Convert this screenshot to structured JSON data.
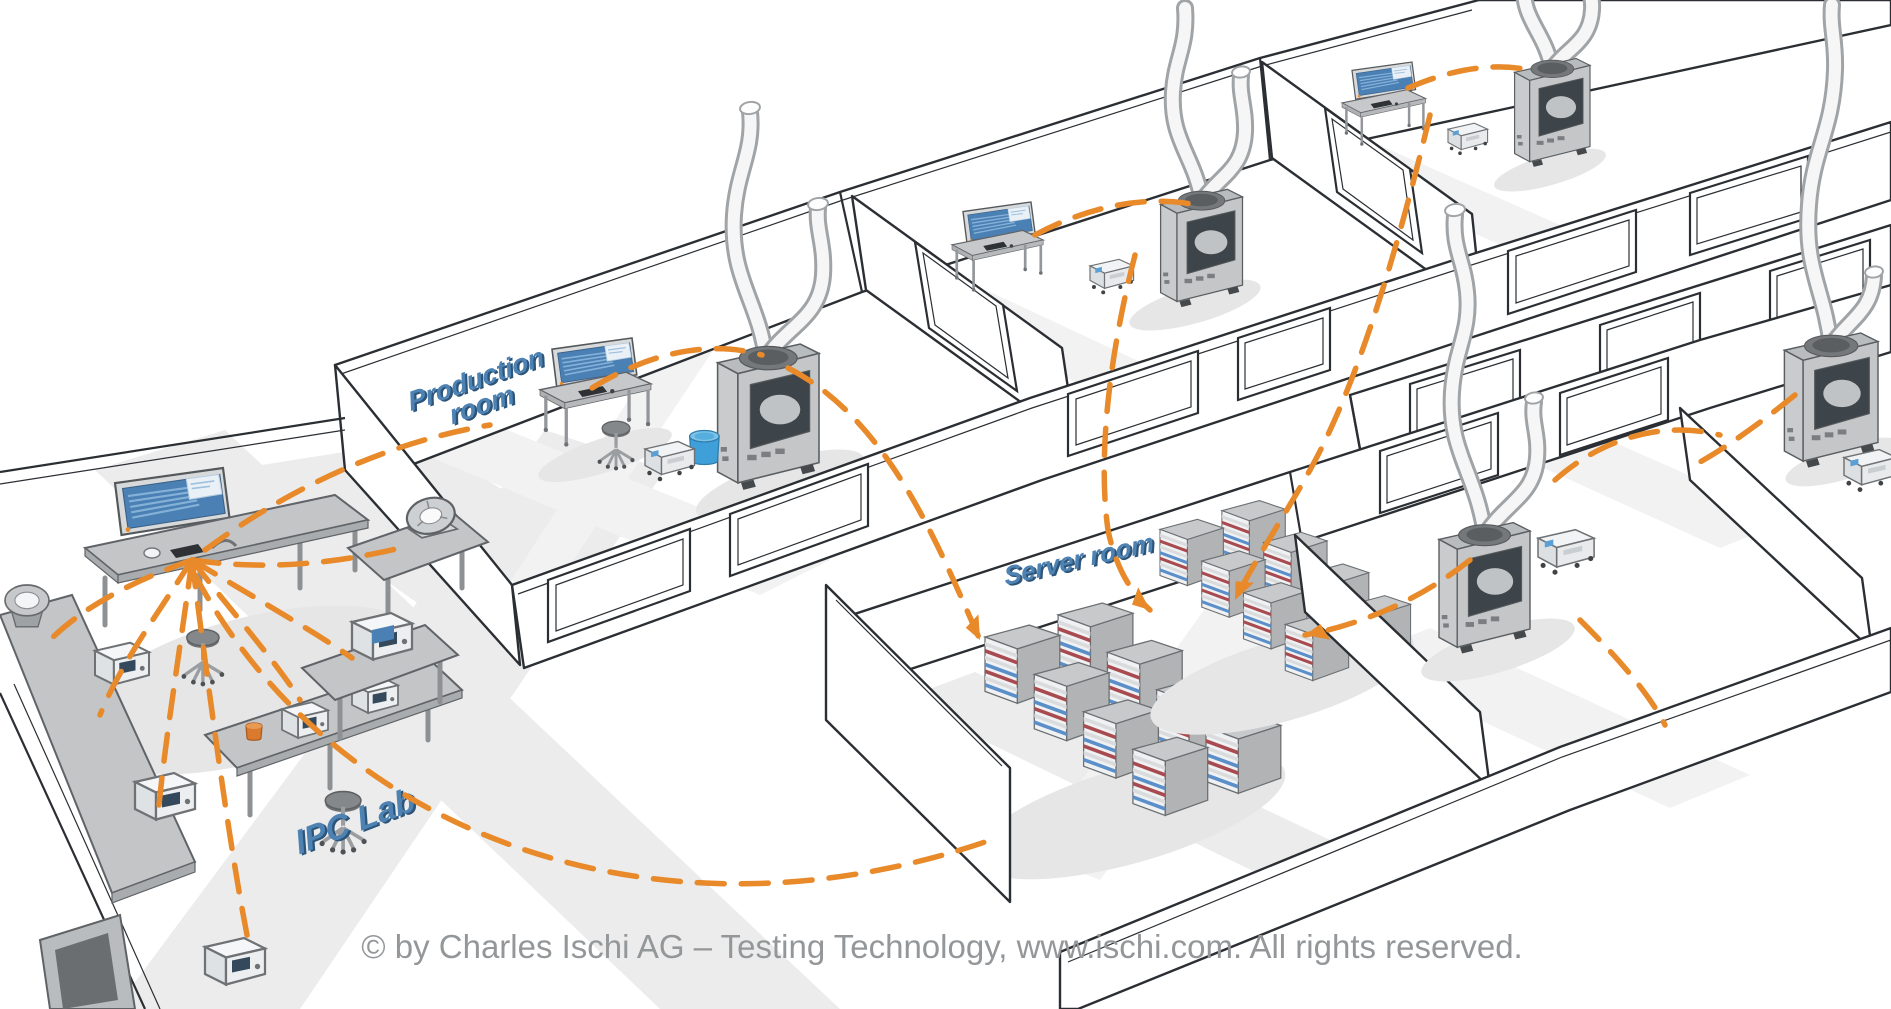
{
  "labels": {
    "production_room": {
      "line1": "Production",
      "line2": "room"
    },
    "server_room": "Server room",
    "ipc_lab": "IPC Lab"
  },
  "copyright": "© by Charles Ischi AG – Testing Technology, www.ischi.com. All rights reserved.",
  "colors": {
    "accent_orange": "#E8892A",
    "label_blue": "#4E82B2",
    "label_blue_dark": "#2C5579",
    "screen_blue": "#4A80B4",
    "machine_grey": "#C9CBCD",
    "wall_outline": "#2B2F33",
    "floor_shadow": "#ECECEC",
    "barrel_blue": "#3F9FD8",
    "rack_red": "#A84B50",
    "rack_blue": "#5B8FC9",
    "copyright_grey": "#949799"
  },
  "rooms": [
    {
      "id": "ipc-lab",
      "label": "IPC Lab"
    },
    {
      "id": "production-room",
      "label": "Production room"
    },
    {
      "id": "server-room",
      "label": "Server room"
    }
  ]
}
